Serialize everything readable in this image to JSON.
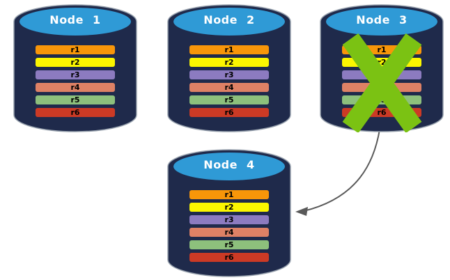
{
  "diagram": {
    "nodes": [
      {
        "label": "Node 1",
        "failed": false
      },
      {
        "label": "Node 2",
        "failed": false
      },
      {
        "label": "Node 3",
        "failed": true
      },
      {
        "label": "Node 4",
        "failed": false
      }
    ],
    "rows": [
      {
        "label": "r1",
        "color": "#F89609"
      },
      {
        "label": "r2",
        "color": "#FBF600"
      },
      {
        "label": "r3",
        "color": "#8C7BC0"
      },
      {
        "label": "r4",
        "color": "#DE8165"
      },
      {
        "label": "r5",
        "color": "#8DC07C"
      },
      {
        "label": "r6",
        "color": "#CC3A25"
      }
    ],
    "arrow": {
      "from": "Node 3",
      "to": "Node 4"
    },
    "colors": {
      "background": "#FFFFFF",
      "cylinder_body": "#1F2A4B",
      "cylinder_top": "#2F9AD6",
      "cylinder_outline": "#98A2AE",
      "failure_cross": "#7BC213",
      "arrow": "#595959",
      "node_label_text": "#FFFFFF",
      "row_text": "#000000"
    }
  }
}
